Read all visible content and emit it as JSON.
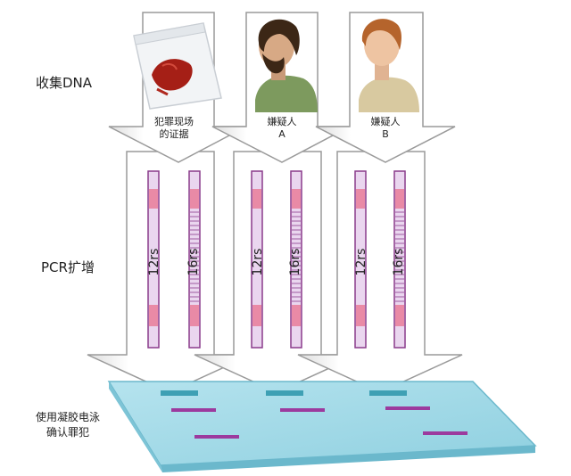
{
  "steps": {
    "collect": "收集DNA",
    "amplify": "PCR扩增",
    "gel_line1": "使用凝胶电泳",
    "gel_line2": "确认罪犯"
  },
  "sources": [
    {
      "line1": "犯罪现场",
      "line2": "的证据"
    },
    {
      "line1": "嫌疑人",
      "line2": "A"
    },
    {
      "line1": "嫌疑人",
      "line2": "B"
    }
  ],
  "lanes": [
    {
      "label": "12rs"
    },
    {
      "label": "16rs"
    },
    {
      "label": "12rs"
    },
    {
      "label": "16rs"
    },
    {
      "label": "12rs"
    },
    {
      "label": "16rs"
    }
  ],
  "colors": {
    "arrow_fill": "#ffffff",
    "arrow_stroke": "#9a9a9a",
    "strip_border": "#8a3c8c",
    "strip_fill": "#ead6ef",
    "strip_band": "#e98aa6",
    "gel_top": "#a4dbe8",
    "gel_edge": "#6bb8cc",
    "gel_band": "#9c3a9e",
    "well": "#3ea0b4"
  },
  "icons": [
    "evidence-bag-icon",
    "suspect-a-portrait-icon",
    "suspect-b-portrait-icon"
  ]
}
